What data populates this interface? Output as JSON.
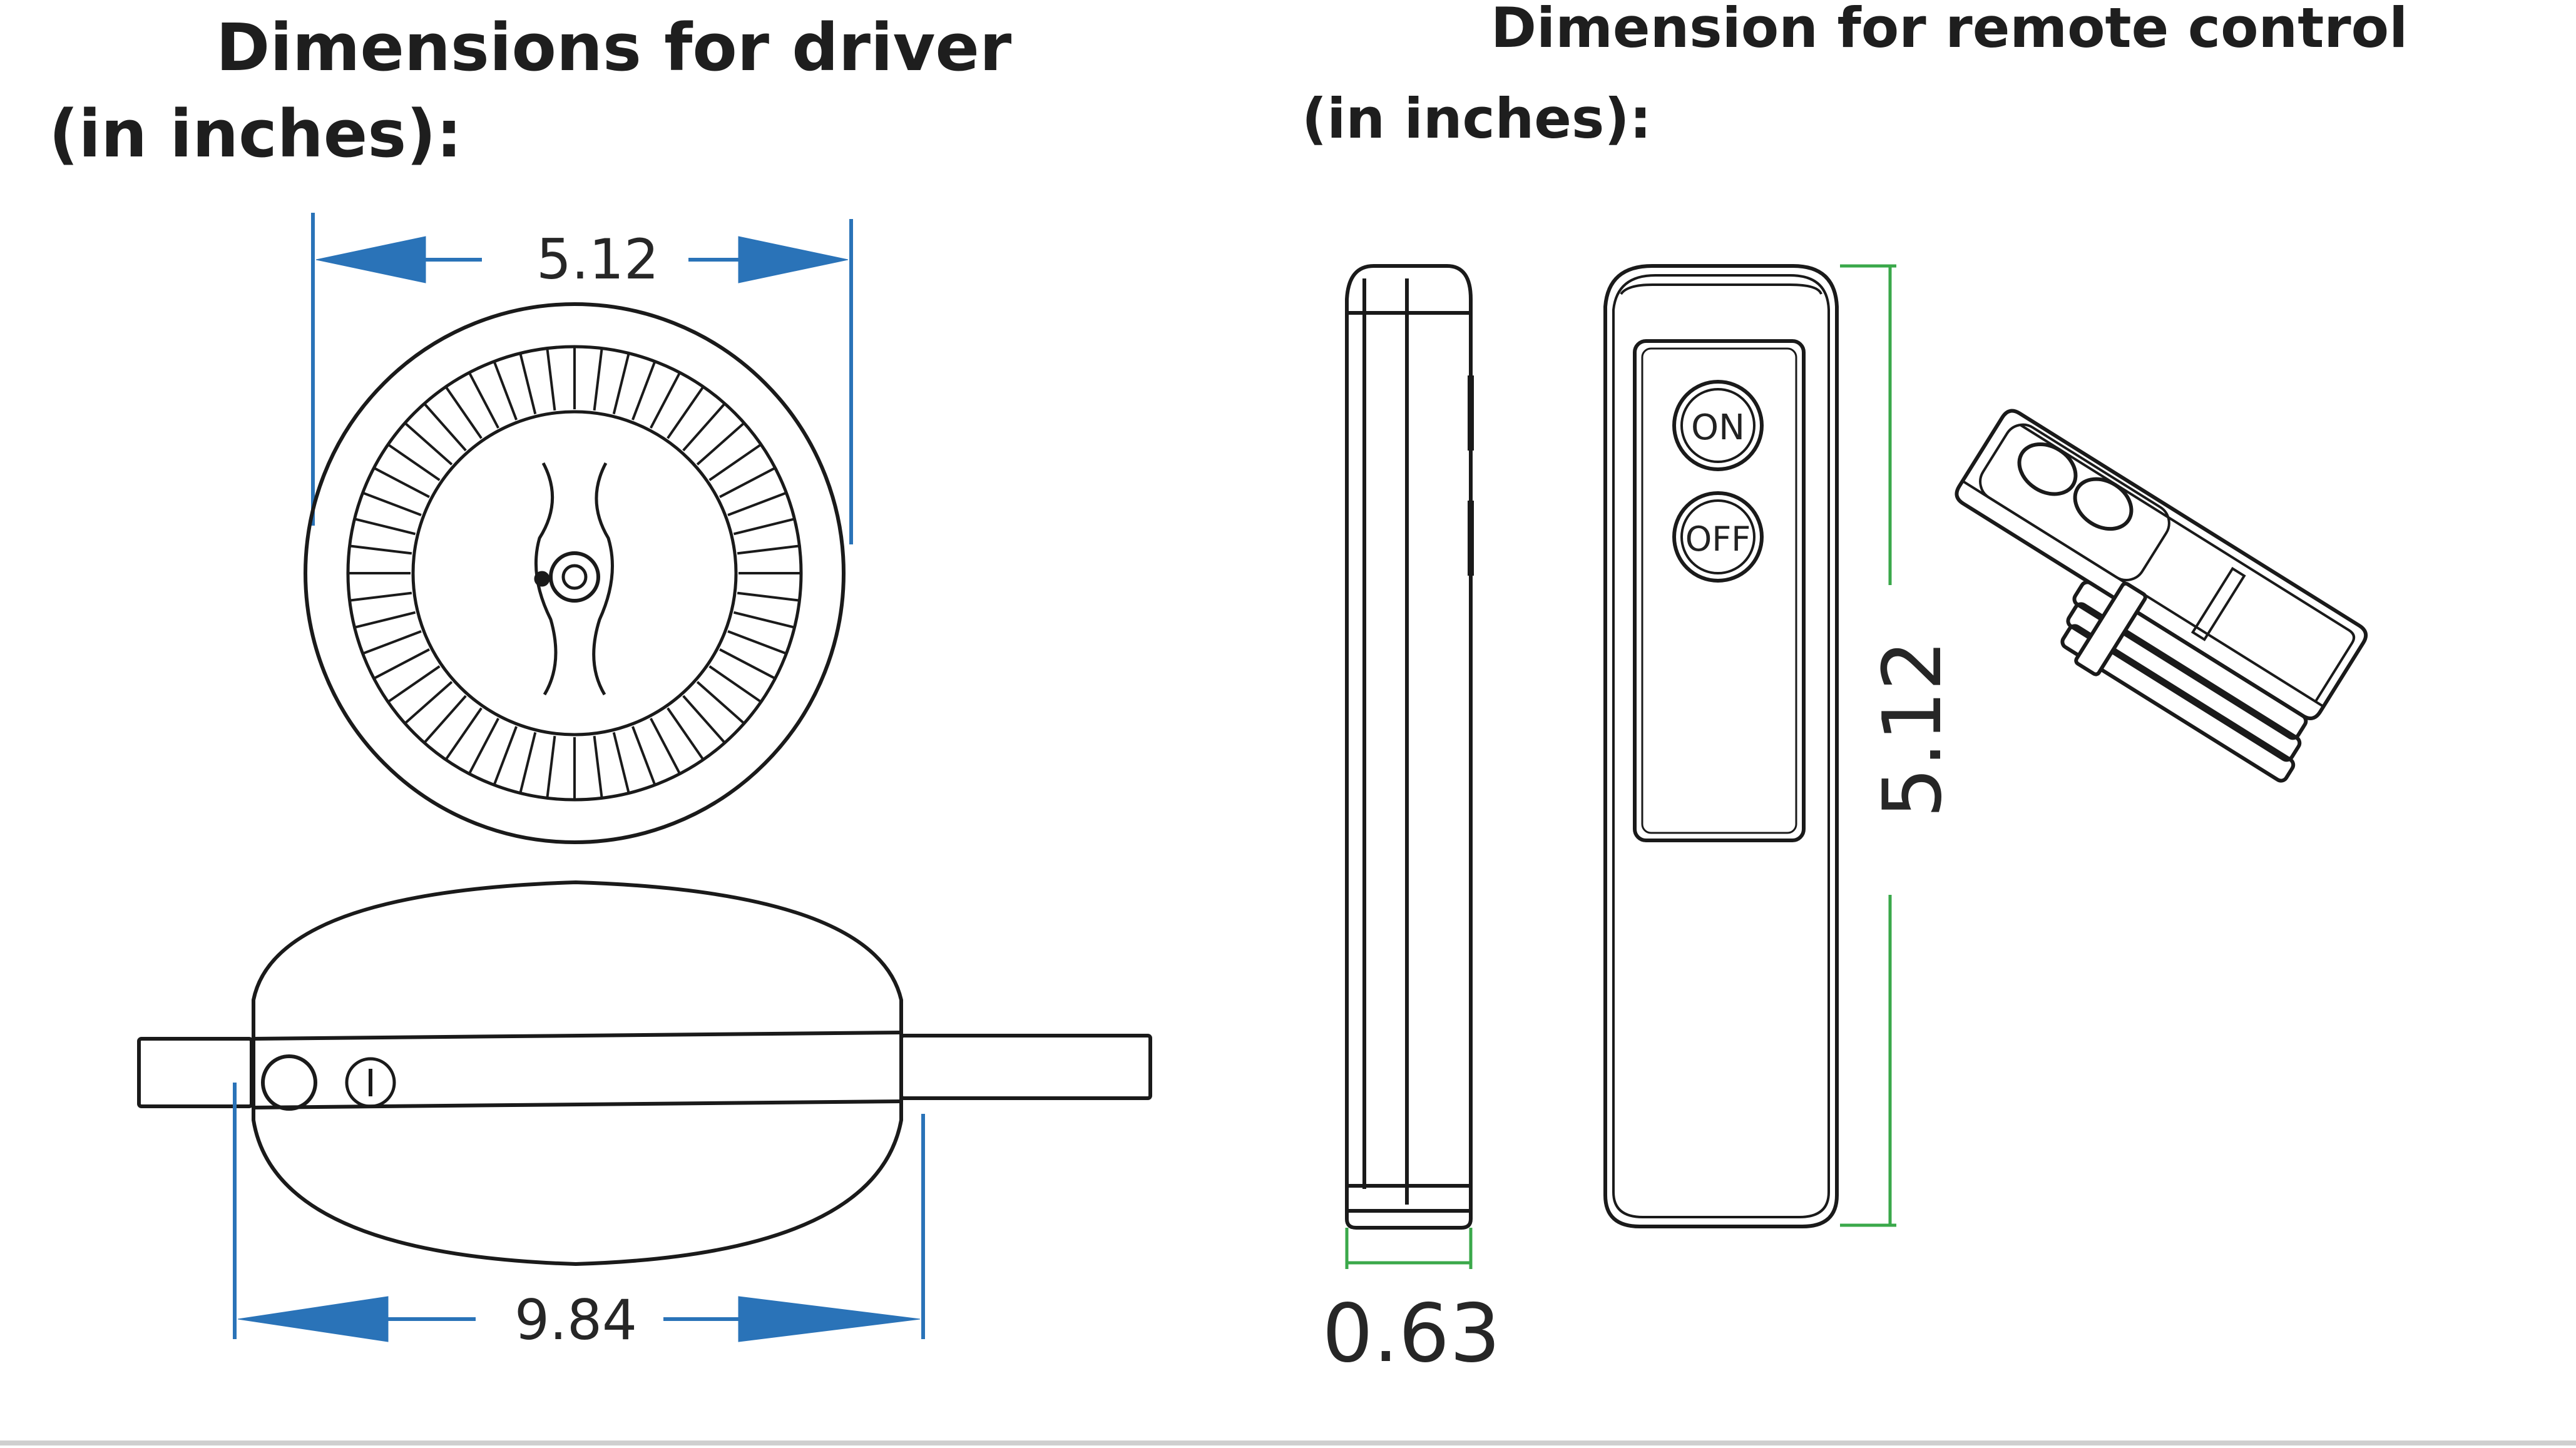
{
  "driver": {
    "title_line1": "Dimensions for driver",
    "title_line2": "(in inches):",
    "width_label": "5.12",
    "length_label": "9.84"
  },
  "remote": {
    "title_line1": "Dimension for remote control",
    "title_line2": "(in inches):",
    "height_label": "5.12",
    "thickness_label": "0.63",
    "on_label": "ON",
    "off_label": "OFF"
  },
  "colors": {
    "driver_dimension": "#2a73b8",
    "remote_dimension": "#3aa84a",
    "outline": "#1a1a1a"
  }
}
